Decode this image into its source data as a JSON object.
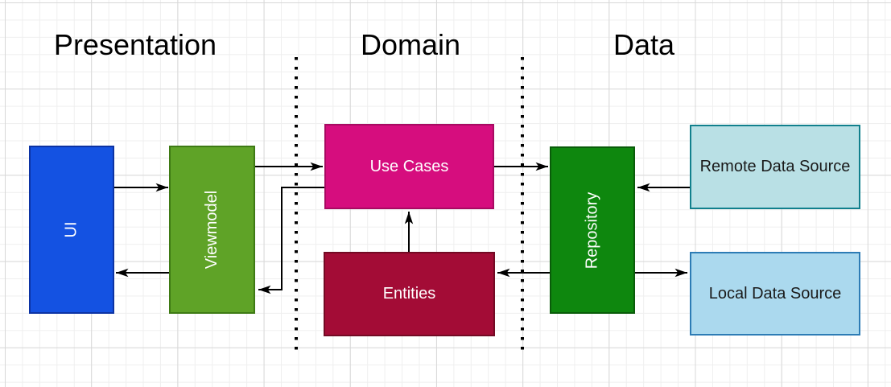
{
  "sections": {
    "presentation": {
      "title": "Presentation"
    },
    "domain": {
      "title": "Domain"
    },
    "data": {
      "title": "Data"
    }
  },
  "nodes": {
    "ui": {
      "label": "UI",
      "orientation": "vertical",
      "fill": "#1452e2",
      "border": "#0c33a4",
      "text_color": "#ffffff"
    },
    "viewmodel": {
      "label": "Viewmodel",
      "orientation": "vertical",
      "fill": "#5fa327",
      "border": "#3e7a14",
      "text_color": "#ffffff"
    },
    "use_cases": {
      "label": "Use Cases",
      "orientation": "horizontal",
      "fill": "#d60d7e",
      "border": "#a80a62",
      "text_color": "#ffffff"
    },
    "entities": {
      "label": "Entities",
      "orientation": "horizontal",
      "fill": "#a30c36",
      "border": "#730a24",
      "text_color": "#ffffff"
    },
    "repository": {
      "label": "Repository",
      "orientation": "vertical",
      "fill": "#0e870e",
      "border": "#0a5c0a",
      "text_color": "#ffffff"
    },
    "remote_data_source": {
      "label": "Remote Data Source",
      "orientation": "horizontal",
      "fill": "#b9e0e5",
      "border": "#11808d",
      "text_color": "#1a1a1a"
    },
    "local_data_source": {
      "label": "Local Data Source",
      "orientation": "horizontal",
      "fill": "#abd9ee",
      "border": "#2d7cb5",
      "text_color": "#1a1a1a"
    }
  },
  "edges": [
    {
      "from": "ui",
      "to": "viewmodel"
    },
    {
      "from": "viewmodel",
      "to": "ui"
    },
    {
      "from": "viewmodel",
      "to": "use_cases"
    },
    {
      "from": "use_cases",
      "to": "viewmodel"
    },
    {
      "from": "use_cases",
      "to": "repository"
    },
    {
      "from": "entities",
      "to": "use_cases"
    },
    {
      "from": "repository",
      "to": "entities"
    },
    {
      "from": "remote_data_source",
      "to": "repository"
    },
    {
      "from": "repository",
      "to": "local_data_source"
    }
  ],
  "colors": {
    "title_text": "#000000",
    "connector": "#000000",
    "divider": "#000000",
    "canvas_background": "#ffffff"
  }
}
